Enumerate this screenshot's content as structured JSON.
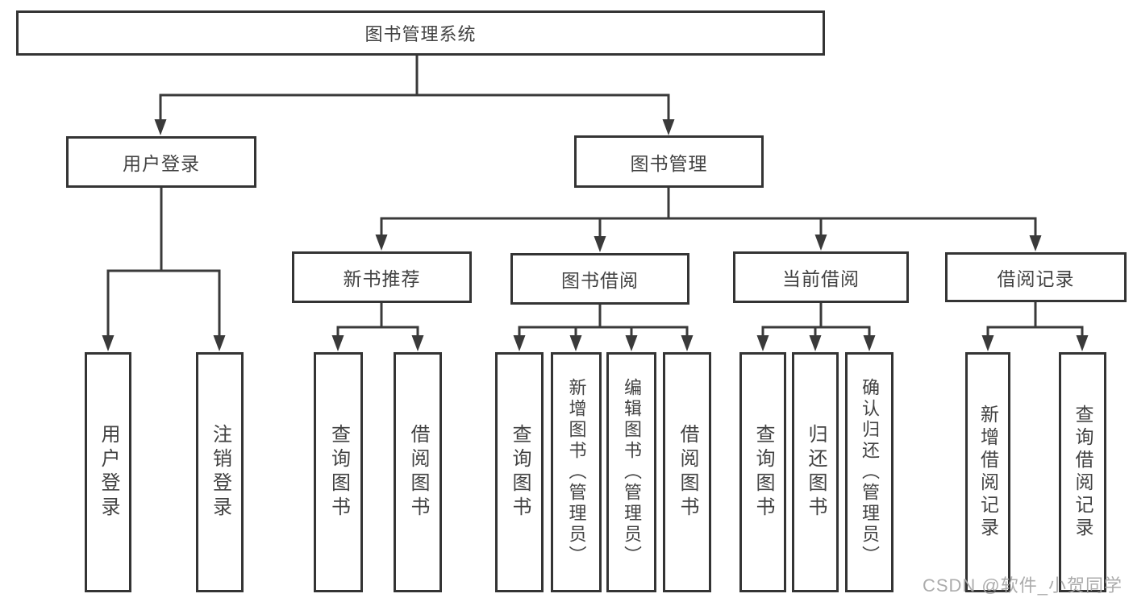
{
  "diagram": {
    "title": "图书管理系统",
    "level2": {
      "user_login": "用户登录",
      "book_mgmt": "图书管理"
    },
    "level3": {
      "new_books": "新书推荐",
      "book_borrow": "图书借阅",
      "current_borrow": "当前借阅",
      "borrow_records": "借阅记录"
    },
    "leaves": {
      "user_login": "用户登录",
      "logout": "注销登录",
      "nb_query_books": "查询图书",
      "nb_borrow_books": "借阅图书",
      "bb_query_books": "查询图书",
      "bb_add_books": "新增图书（管理员）",
      "bb_edit_books": "编辑图书（管理员）",
      "bb_borrow_books": "借阅图书",
      "cb_query_books": "查询图书",
      "cb_return_books": "归还图书",
      "cb_confirm_return": "确认归还（管理员）",
      "rec_add_record": "新增借阅记录",
      "rec_query_record": "查询借阅记录"
    }
  },
  "watermark": "CSDN @软件_小贺同学",
  "colors": {
    "line": "#3a3a3a",
    "border": "#343434",
    "text": "#424242",
    "background": "#ffffff",
    "watermark": "#a8a8a8"
  }
}
